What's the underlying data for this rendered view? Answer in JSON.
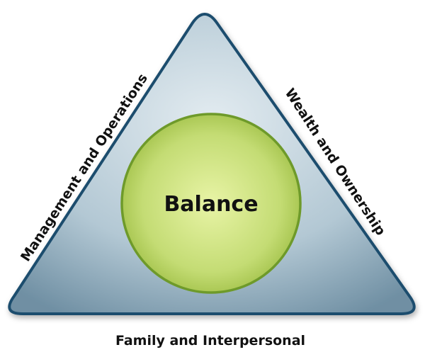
{
  "center_label": "Balance",
  "sides": {
    "left": "Management and Operations",
    "right": "Wealth and Ownership",
    "bottom": "Family and Interpersonal"
  },
  "colors": {
    "triangle_fill_light": "#d6e2e8",
    "triangle_fill_dark": "#7f9db0",
    "triangle_stroke": "#1f4e6e",
    "circle_fill_light": "#e6f2a0",
    "circle_fill_dark": "#a3c14a",
    "circle_stroke": "#6e9a2a"
  }
}
